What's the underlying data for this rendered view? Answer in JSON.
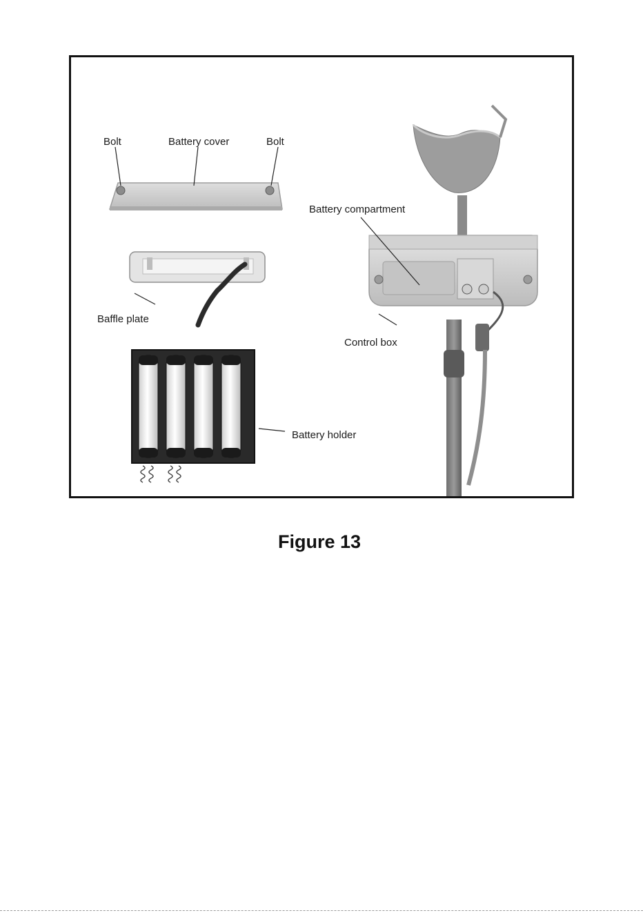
{
  "figure": {
    "labels": {
      "bolt_left": "Bolt",
      "battery_cover": "Battery cover",
      "bolt_right": "Bolt",
      "battery_compartment": "Battery compartment",
      "baffle_plate": "Baffle plate",
      "control_box": "Control box",
      "battery_holder": "Battery holder"
    },
    "caption": "Figure 13"
  }
}
